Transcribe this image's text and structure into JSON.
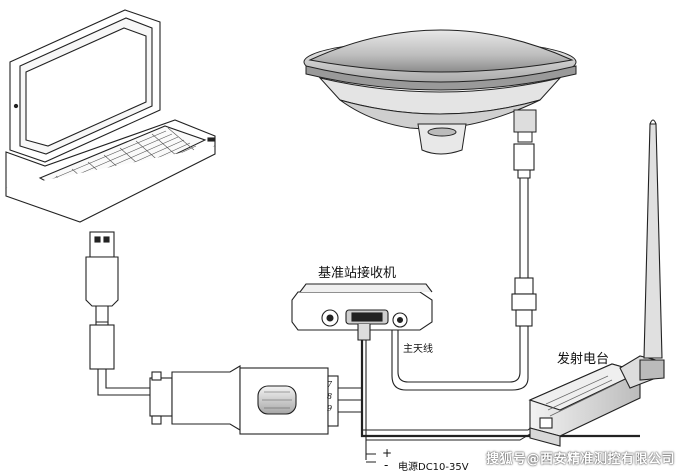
{
  "labels": {
    "receiver_title": "基准站接收机",
    "main_antenna": "主天线",
    "radio_title": "发射电台",
    "power": "电源DC10-35V",
    "plus_sign": "+",
    "minus_sign": "-"
  },
  "pins": [
    "7",
    "8",
    "9"
  ],
  "watermark": "搜狐号@西安精准测控有限公司",
  "colors": {
    "line": "#222222",
    "fill": "#ffffff",
    "gray": "#cfcfcf"
  }
}
